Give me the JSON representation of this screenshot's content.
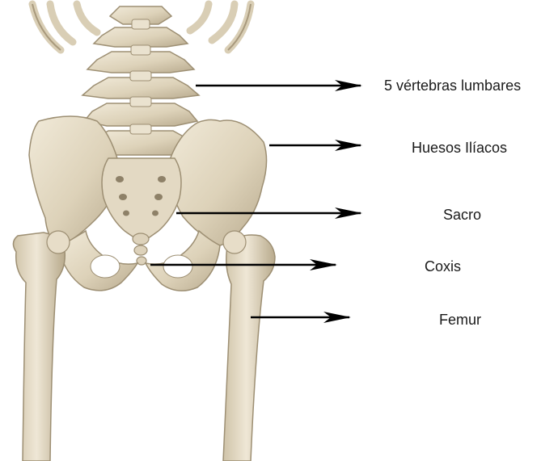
{
  "labels": {
    "lumbar": "5 vértebras lumbares",
    "iliac": "Huesos Ilíacos",
    "sacrum": "Sacro",
    "coccyx": "Coxis",
    "femur": "Femur"
  },
  "colors": {
    "bone_light": "#ece4d2",
    "bone_mid": "#d8ccb2",
    "bone_shadow": "#a8997c",
    "arrow": "#000000",
    "background": "#ffffff"
  }
}
